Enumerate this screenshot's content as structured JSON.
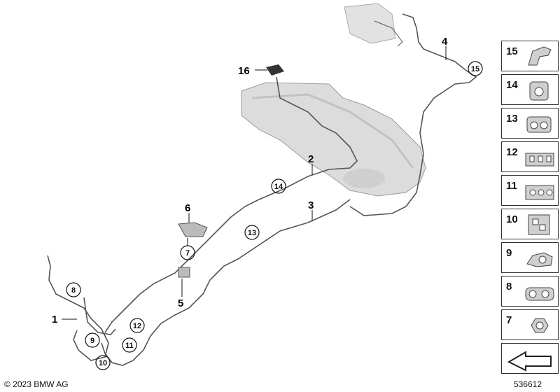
{
  "callouts": {
    "c1": "1",
    "c2": "2",
    "c3": "3",
    "c4": "4",
    "c5": "5",
    "c6": "6",
    "c16": "16"
  },
  "circled": {
    "c7": "7",
    "c8": "8",
    "c9": "9",
    "c10": "10",
    "c11": "11",
    "c12": "12",
    "c13": "13",
    "c14": "14",
    "c15": "15"
  },
  "legend": [
    {
      "num": "15",
      "icon": "clip-15-icon"
    },
    {
      "num": "14",
      "icon": "clip-14-icon"
    },
    {
      "num": "13",
      "icon": "clip-13-icon"
    },
    {
      "num": "12",
      "icon": "clip-12-icon"
    },
    {
      "num": "11",
      "icon": "clip-11-icon"
    },
    {
      "num": "10",
      "icon": "clip-10-icon"
    },
    {
      "num": "9",
      "icon": "clip-9-icon"
    },
    {
      "num": "8",
      "icon": "clip-8-icon"
    },
    {
      "num": "7",
      "icon": "nut-icon"
    },
    {
      "num": "",
      "icon": "arrow-icon"
    }
  ],
  "footer": {
    "copyright": "© 2023 BMW AG",
    "diagram_id": "536612"
  },
  "colors": {
    "line": "#555555",
    "tank": "#d8d8d8",
    "tank_edge": "#9a9a9a"
  }
}
